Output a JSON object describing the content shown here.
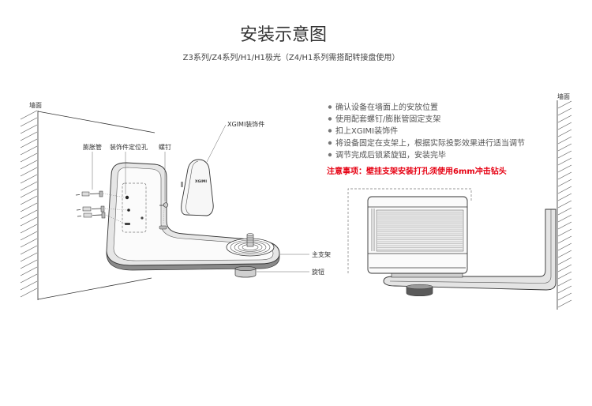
{
  "title": "安装示意图",
  "subtitle": "Z3系列/Z4系列/H1/H1极光（Z4/H1系列需搭配转接盘使用）",
  "left_diagram": {
    "wall_label": "墙面",
    "labels": {
      "expansion_tube": "膨胀管",
      "cover_locating_hole": "装饰件定位孔",
      "screw": "螺钉",
      "decorative_cover": "XGIMI装饰件",
      "main_bracket": "主支架",
      "knob": "旋钮"
    },
    "cover_logo": "XGIMI"
  },
  "right_diagram": {
    "wall_label": "墙面"
  },
  "steps": [
    "确认设备在墙面上的安放位置",
    "使用配套螺钉/膨胀管固定支架",
    "扣上XGIMI装饰件",
    "将设备固定在支架上，根据实际投影效果进行适当调节",
    "调节完成后锁紧旋钮，安装完毕"
  ],
  "note": "注意事项：壁挂支架安装打孔须使用6mm冲击钻头",
  "colors": {
    "text": "#333333",
    "note": "#e60012",
    "bullet": "#777777"
  }
}
